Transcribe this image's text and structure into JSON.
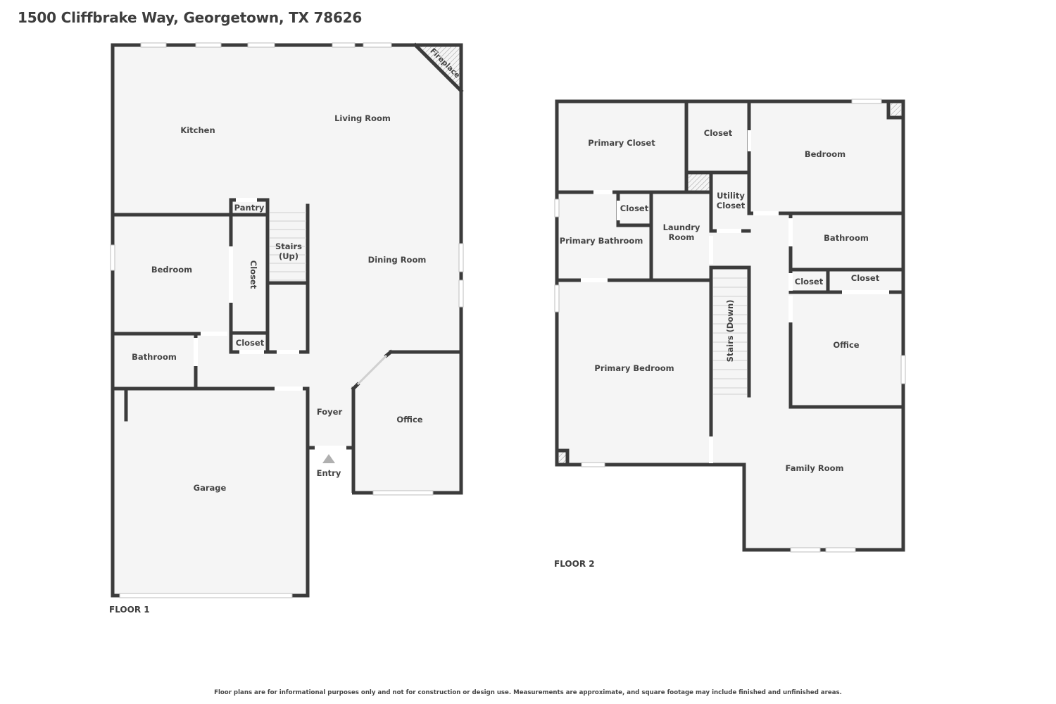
{
  "header": {
    "title": "1500 Cliffbrake Way, Georgetown, TX 78626"
  },
  "floor1": {
    "label": "FLOOR 1",
    "rooms": {
      "kitchen": "Kitchen",
      "living_room": "Living Room",
      "fireplace": "Fireplace",
      "pantry": "Pantry",
      "stairs_up": "Stairs\n(Up)",
      "dining_room": "Dining Room",
      "bedroom": "Bedroom",
      "closet_vertical": "Closet",
      "closet_small": "Closet",
      "bathroom": "Bathroom",
      "foyer": "Foyer",
      "entry": "Entry",
      "office": "Office",
      "garage": "Garage"
    }
  },
  "floor2": {
    "label": "FLOOR 2",
    "rooms": {
      "primary_closet": "Primary Closet",
      "closet_top": "Closet",
      "bedroom": "Bedroom",
      "utility_closet": "Utility\nCloset",
      "closet_bath": "Closet",
      "primary_bathroom": "Primary Bathroom",
      "laundry_room": "Laundry\nRoom",
      "bathroom": "Bathroom",
      "closet_left": "Closet",
      "closet_right": "Closet",
      "stairs_down": "Stairs (Down)",
      "primary_bedroom": "Primary Bedroom",
      "office": "Office",
      "family_room": "Family Room"
    }
  },
  "footer": {
    "disclaimer": "Floor plans are for informational purposes only and not for construction or design use. Measurements are approximate, and square footage may include finished and unfinished areas."
  },
  "colors": {
    "wall": "#3b3b3b",
    "floor": "#f5f5f5",
    "text": "#444444",
    "entry_arrow": "#b0b0b0"
  }
}
